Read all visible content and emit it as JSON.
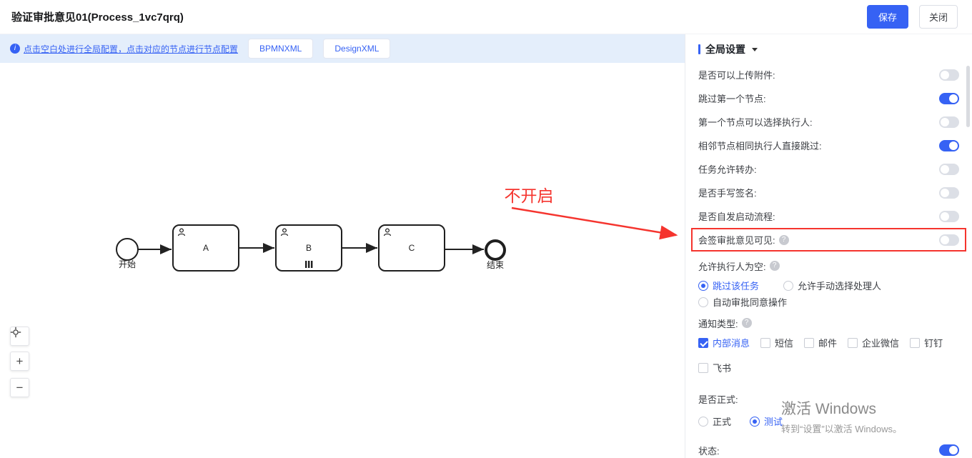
{
  "header": {
    "title": "验证审批意见01(Process_1vc7qrq)",
    "save_label": "保存",
    "close_label": "关闭"
  },
  "infobar": {
    "hint": "点击空白处进行全局配置，点击对应的节点进行节点配置",
    "bpmn_xml_button": "BPMNXML",
    "design_xml_button": "DesignXML"
  },
  "canvas": {
    "annotation": "不开启",
    "nodes": {
      "start_label": "开始",
      "task_a_label": "A",
      "task_b_label": "B",
      "task_c_label": "C",
      "end_label": "结束"
    },
    "controls": {
      "zoom_in": "+",
      "zoom_out": "−"
    }
  },
  "panel": {
    "title": "全局设置",
    "toggle_rows": [
      {
        "label": "是否可以上传附件:",
        "on": false
      },
      {
        "label": "跳过第一个节点:",
        "on": true
      },
      {
        "label": "第一个节点可以选择执行人:",
        "on": false
      },
      {
        "label": "相邻节点相同执行人直接跳过:",
        "on": true
      },
      {
        "label": "任务允许转办:",
        "on": false
      },
      {
        "label": "是否手写签名:",
        "on": false
      },
      {
        "label": "是否自发启动流程:",
        "on": false
      },
      {
        "label": "会签审批意见可见:",
        "on": false,
        "has_help": true,
        "highlight": true
      }
    ],
    "empty_executor": {
      "label": "允许执行人为空:",
      "options": [
        {
          "label": "跳过该任务",
          "selected": true
        },
        {
          "label": "允许手动选择处理人",
          "selected": false
        },
        {
          "label": "自动审批同意操作",
          "selected": false
        }
      ]
    },
    "notify": {
      "label": "通知类型:",
      "options": [
        {
          "label": "内部消息",
          "checked": true
        },
        {
          "label": "短信",
          "checked": false
        },
        {
          "label": "邮件",
          "checked": false
        },
        {
          "label": "企业微信",
          "checked": false
        },
        {
          "label": "钉钉",
          "checked": false
        },
        {
          "label": "飞书",
          "checked": false
        }
      ]
    },
    "formal": {
      "label": "是否正式:",
      "options": [
        {
          "label": "正式",
          "selected": false
        },
        {
          "label": "测试",
          "selected": true
        }
      ]
    },
    "status": {
      "label": "状态:",
      "on": true
    }
  },
  "watermark": {
    "line1": "激活 Windows",
    "line2": "转到“设置”以激活 Windows。"
  },
  "colors": {
    "accent": "#3662F4",
    "highlight_red": "#F5342E",
    "infobar_bg": "#E4EEFB"
  }
}
